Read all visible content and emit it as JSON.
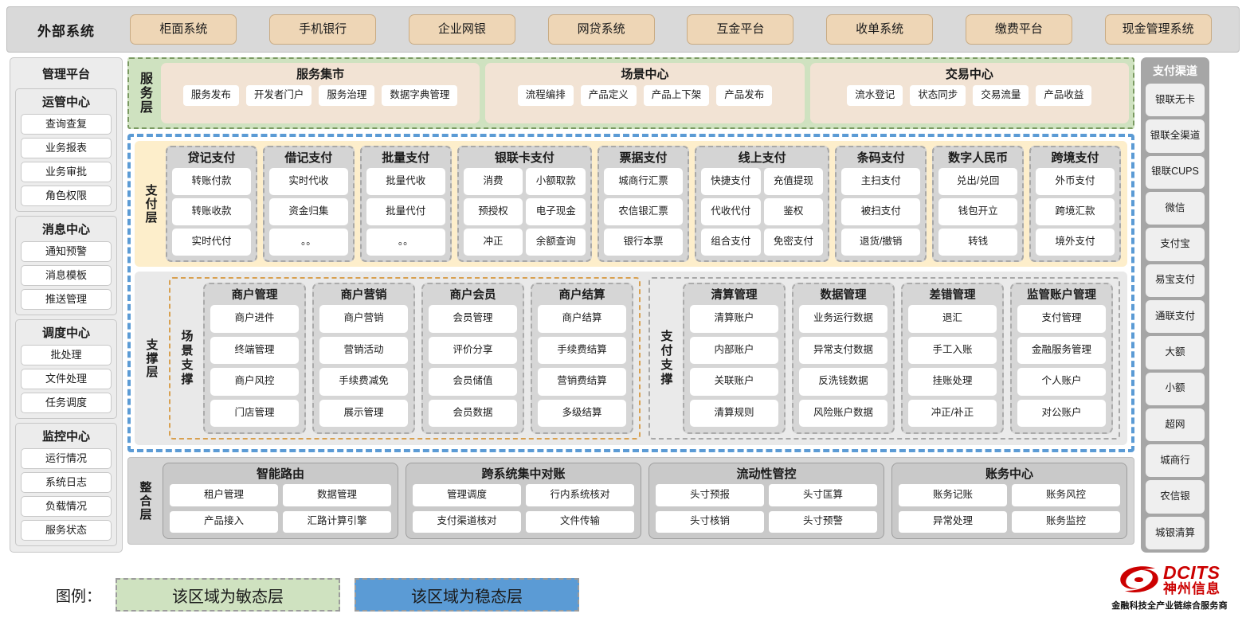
{
  "topbar": {
    "title": "外部系统",
    "items": [
      "柜面系统",
      "手机银行",
      "企业网银",
      "网贷系统",
      "互金平台",
      "收单系统",
      "缴费平台",
      "现金管理系统"
    ]
  },
  "left_panel": {
    "title": "管理平台",
    "groups": [
      {
        "title": "运管中心",
        "items": [
          "查询查复",
          "业务报表",
          "业务审批",
          "角色权限"
        ]
      },
      {
        "title": "消息中心",
        "items": [
          "通知预警",
          "消息模板",
          "推送管理"
        ]
      },
      {
        "title": "调度中心",
        "items": [
          "批处理",
          "文件处理",
          "任务调度"
        ]
      },
      {
        "title": "监控中心",
        "items": [
          "运行情况",
          "系统日志",
          "负载情况",
          "服务状态"
        ]
      }
    ]
  },
  "service_layer": {
    "label": "服务层",
    "groups": [
      {
        "title": "服务集市",
        "items": [
          "服务发布",
          "开发者门户",
          "服务治理",
          "数据字典管理"
        ]
      },
      {
        "title": "场景中心",
        "items": [
          "流程编排",
          "产品定义",
          "产品上下架",
          "产品发布"
        ]
      },
      {
        "title": "交易中心",
        "items": [
          "流水登记",
          "状态同步",
          "交易流量",
          "产品收益"
        ]
      }
    ]
  },
  "payment_layer": {
    "label": "支付层",
    "groups": [
      {
        "title": "贷记支付",
        "cols": 1,
        "items": [
          "转账付款",
          "转账收款",
          "实时代付"
        ]
      },
      {
        "title": "借记支付",
        "cols": 1,
        "items": [
          "实时代收",
          "资金归集",
          "。。"
        ]
      },
      {
        "title": "批量支付",
        "cols": 1,
        "items": [
          "批量代收",
          "批量代付",
          "。。"
        ]
      },
      {
        "title": "银联卡支付",
        "cols": 2,
        "items": [
          "消费",
          "小额取款",
          "预授权",
          "电子现金",
          "冲正",
          "余额查询"
        ]
      },
      {
        "title": "票据支付",
        "cols": 1,
        "items": [
          "城商行汇票",
          "农信银汇票",
          "银行本票"
        ]
      },
      {
        "title": "线上支付",
        "cols": 2,
        "items": [
          "快捷支付",
          "充值提现",
          "代收代付",
          "鉴权",
          "组合支付",
          "免密支付"
        ]
      },
      {
        "title": "条码支付",
        "cols": 1,
        "items": [
          "主扫支付",
          "被扫支付",
          "退货/撤销"
        ]
      },
      {
        "title": "数字人民币",
        "cols": 1,
        "items": [
          "兑出/兑回",
          "钱包开立",
          "转钱"
        ]
      },
      {
        "title": "跨境支付",
        "cols": 1,
        "items": [
          "外币支付",
          "跨境汇款",
          "境外支付"
        ]
      }
    ]
  },
  "support_layer": {
    "label": "支撑层",
    "scene": {
      "label": "场景支撑",
      "groups": [
        {
          "title": "商户管理",
          "items": [
            "商户进件",
            "终端管理",
            "商户风控",
            "门店管理"
          ]
        },
        {
          "title": "商户营销",
          "items": [
            "商户营销",
            "营销活动",
            "手续费减免",
            "展示管理"
          ]
        },
        {
          "title": "商户会员",
          "items": [
            "会员管理",
            "评价分享",
            "会员储值",
            "会员数据"
          ]
        },
        {
          "title": "商户结算",
          "items": [
            "商户结算",
            "手续费结算",
            "营销费结算",
            "多级结算"
          ]
        }
      ]
    },
    "paysupport": {
      "label": "支付支撑",
      "groups": [
        {
          "title": "清算管理",
          "items": [
            "清算账户",
            "内部账户",
            "关联账户",
            "清算规则"
          ]
        },
        {
          "title": "数据管理",
          "items": [
            "业务运行数据",
            "异常支付数据",
            "反洗钱数据",
            "风险账户数据"
          ]
        },
        {
          "title": "差错管理",
          "items": [
            "退汇",
            "手工入账",
            "挂账处理",
            "冲正/补正"
          ]
        },
        {
          "title": "监管账户管理",
          "items": [
            "支付管理",
            "金融服务管理",
            "个人账户",
            "对公账户"
          ]
        }
      ]
    }
  },
  "integration_layer": {
    "label": "整合层",
    "groups": [
      {
        "title": "智能路由",
        "items": [
          "租户管理",
          "数据管理",
          "产品接入",
          "汇路计算引擎"
        ]
      },
      {
        "title": "跨系统集中对账",
        "items": [
          "管理调度",
          "行内系统核对",
          "支付渠道核对",
          "文件传输"
        ]
      },
      {
        "title": "流动性管控",
        "items": [
          "头寸预报",
          "头寸匡算",
          "头寸核销",
          "头寸预警"
        ]
      },
      {
        "title": "账务中心",
        "items": [
          "账务记账",
          "账务风控",
          "异常处理",
          "账务监控"
        ]
      }
    ]
  },
  "right_panel": {
    "title": "支付渠道",
    "items": [
      "银联无卡",
      "银联全渠道",
      "银联CUPS",
      "微信",
      "支付宝",
      "易宝支付",
      "通联支付",
      "大额",
      "小额",
      "超网",
      "城商行",
      "农信银",
      "城银清算"
    ]
  },
  "legend": {
    "label": "图例：",
    "agile": "该区域为敏态层",
    "stable": "该区域为稳态层"
  },
  "logo": {
    "en": "DCITS",
    "cn": "神州信息",
    "tagline": "金融科技全产业链综合服务商"
  },
  "colors": {
    "agile_green": "#cfe2c0",
    "stable_blue": "#5b9bd5",
    "payment_cream": "#fdeecb",
    "external_tan": "#eed6b6",
    "brand_red": "#cc0000"
  }
}
